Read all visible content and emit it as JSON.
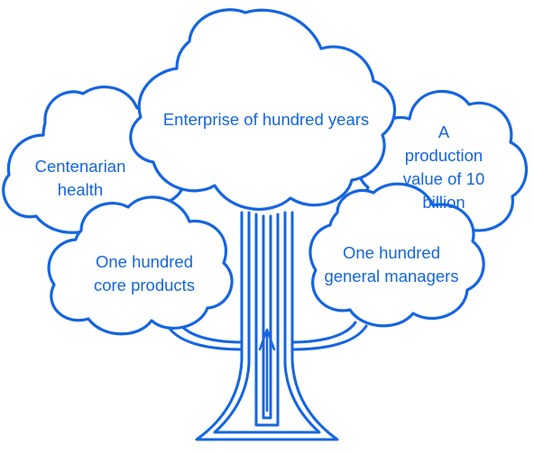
{
  "diagram": {
    "stroke_color": "#1565e0",
    "background": "#ffffff",
    "clouds": [
      {
        "id": "top",
        "lines": [
          "Enterprise of hundred years"
        ]
      },
      {
        "id": "left",
        "lines": [
          "Centenarian",
          "health"
        ]
      },
      {
        "id": "right",
        "lines": [
          "A",
          "production",
          "value of 10",
          "billion"
        ]
      },
      {
        "id": "bottom-left",
        "lines": [
          "One hundred",
          "core products"
        ]
      },
      {
        "id": "bottom-right",
        "lines": [
          "One hundred",
          "general managers"
        ]
      }
    ]
  }
}
